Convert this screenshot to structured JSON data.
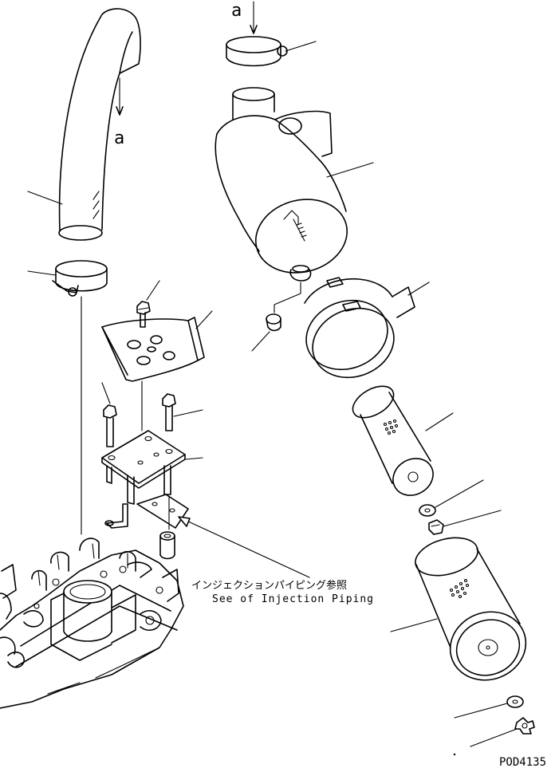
{
  "labels": {
    "marker_top": "a",
    "marker_pipe": "a",
    "note_jp": "インジェクションパイピング参照",
    "note_en": "See of Injection Piping",
    "drawing_code": "POD4135"
  },
  "colors": {
    "line": "#000000",
    "background": "#ffffff"
  }
}
